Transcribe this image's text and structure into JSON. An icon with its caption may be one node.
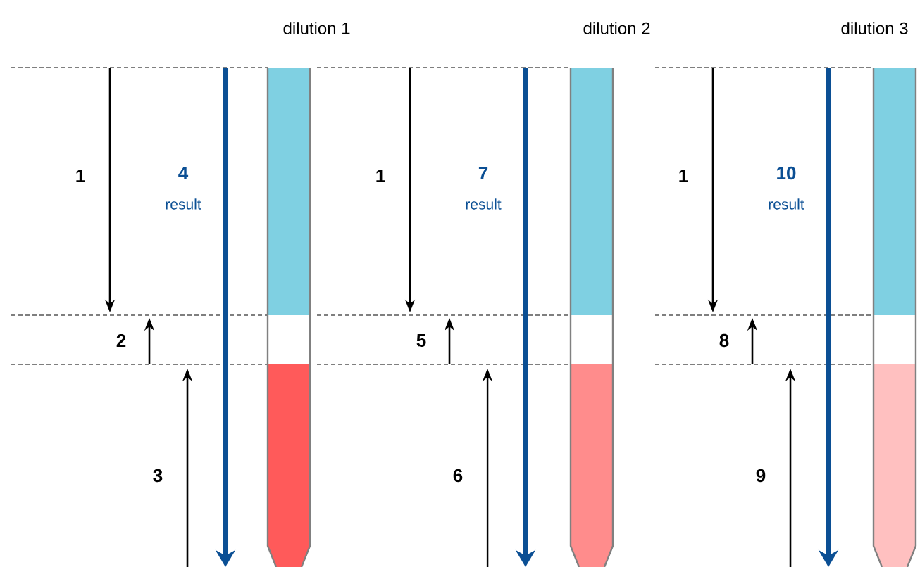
{
  "diagram": {
    "labels": [
      "dilution 1",
      "dilution 2",
      "dilution 3",
      "1",
      "4",
      "result",
      "1",
      "7",
      "result",
      "1",
      "10",
      "result",
      "2",
      "5",
      "8",
      "3",
      "6",
      "9"
    ]
  }
}
